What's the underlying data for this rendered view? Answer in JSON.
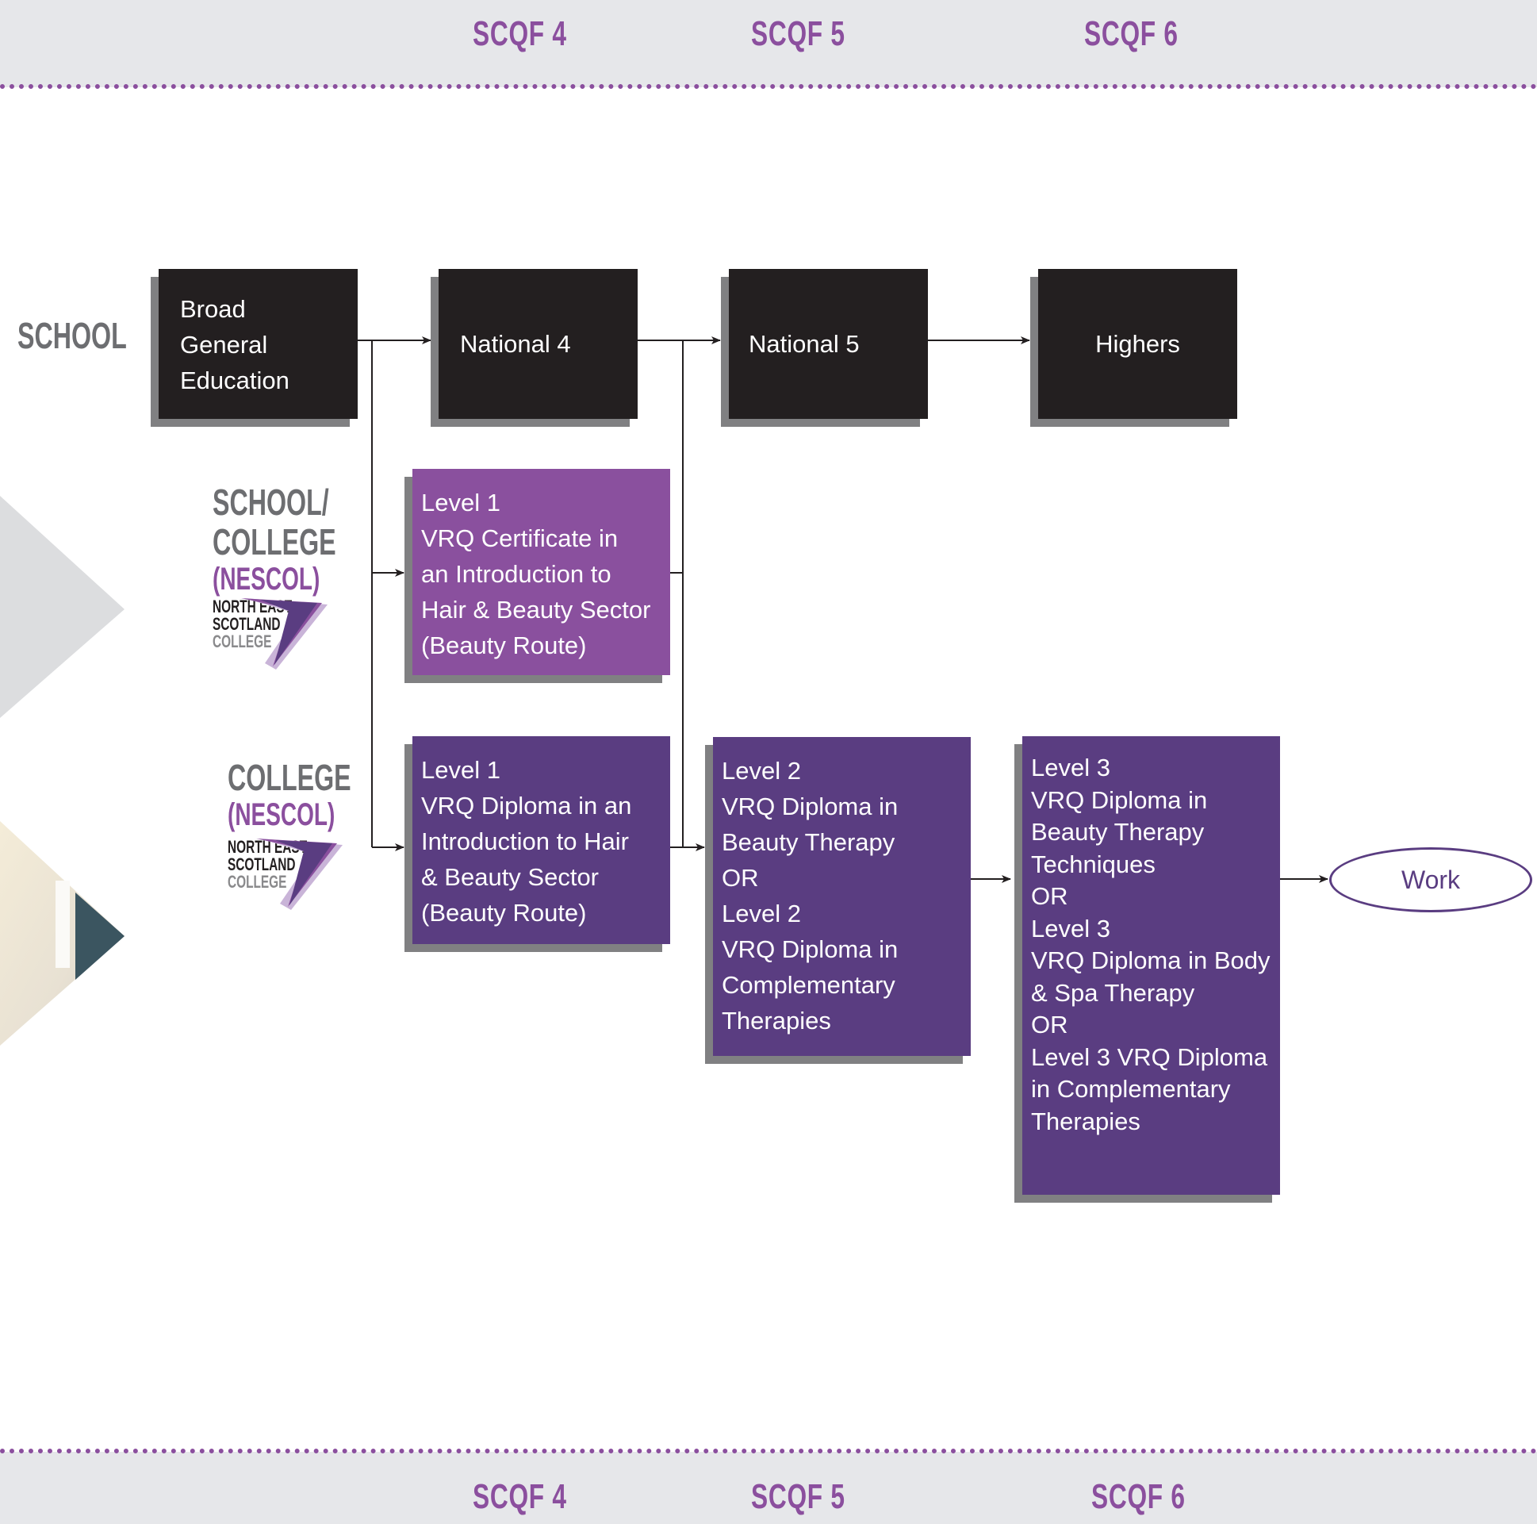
{
  "header": {
    "levels": [
      "SCQF 4",
      "SCQF 5",
      "SCQF 6"
    ]
  },
  "footer": {
    "levels": [
      "SCQF 4",
      "SCQF 5",
      "SCQF 6"
    ]
  },
  "rows": {
    "school": "SCHOOL",
    "school_college_line1": "SCHOOL/",
    "school_college_line2": "COLLEGE",
    "school_college_line3": "(NESCOL)",
    "college_line1": "COLLEGE",
    "college_line2": "(NESCOL)"
  },
  "logo": {
    "line1": "NORTH EAST",
    "line2": "SCOTLAND",
    "line3": "COLLEGE"
  },
  "boxes": {
    "bge": "Broad\nGeneral\nEducation",
    "nat4": "National 4",
    "nat5": "National 5",
    "highers": "Highers",
    "level1_cert": "Level 1\nVRQ Certificate in\nan Introduction to\nHair & Beauty Sector\n(Beauty Route)",
    "level1_dip": "Level 1\nVRQ Diploma in an\nIntroduction to Hair\n& Beauty Sector\n(Beauty Route)",
    "level2": "Level 2\nVRQ Diploma in\nBeauty Therapy\nOR\nLevel 2\nVRQ Diploma in\nComplementary\nTherapies",
    "level3": "Level 3\nVRQ Diploma in\nBeauty Therapy\nTechniques\nOR\nLevel 3\nVRQ Diploma in Body\n& Spa Therapy\nOR\nLevel 3 VRQ Diploma\nin Complementary\nTherapies"
  },
  "work": "Work",
  "colors": {
    "purple": "#8b4f9e",
    "dark_purple": "#5a3d81",
    "black": "#231f20",
    "grey": "#6d6e71",
    "band": "#e6e7ea"
  }
}
